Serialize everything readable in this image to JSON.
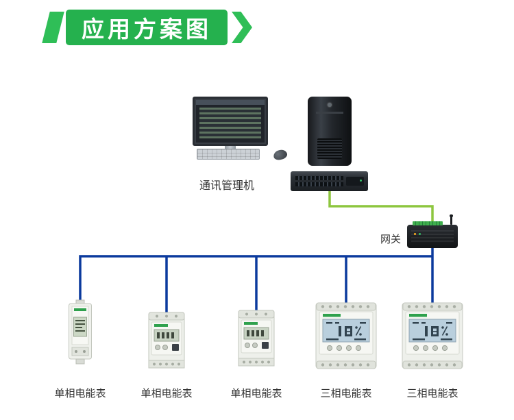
{
  "title": "应用方案图",
  "nodes": {
    "management_computer": {
      "label": "通讯管理机"
    },
    "gateway": {
      "label": "网关"
    },
    "meters": [
      {
        "label": "单相电能表",
        "type": "single-phase-narrow"
      },
      {
        "label": "单相电能表",
        "type": "single-phase"
      },
      {
        "label": "单相电能表",
        "type": "single-phase"
      },
      {
        "label": "三相电能表",
        "type": "three-phase"
      },
      {
        "label": "三相电能表",
        "type": "three-phase"
      }
    ]
  },
  "colors": {
    "banner_green": "#25b14e",
    "accent_green": "#2fbe57",
    "cable_green": "#8dc63f",
    "cable_blue": "#0b3a9d",
    "label_text": "#333333"
  }
}
